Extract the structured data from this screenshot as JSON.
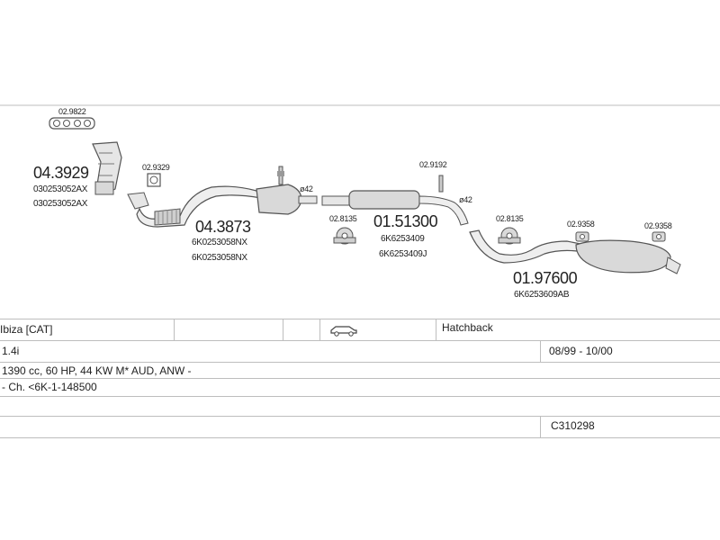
{
  "diagram": {
    "parts": [
      {
        "id": "gasket",
        "number": "02.9822"
      },
      {
        "id": "manifold-cat",
        "number": "04.3929",
        "codes": [
          "030253052AX",
          "030253052AX"
        ]
      },
      {
        "id": "gasket-2",
        "number": "02.9329"
      },
      {
        "id": "front-pipe-cat",
        "number": "04.3873",
        "codes": [
          "6K0253058NX",
          "6K0253058NX"
        ]
      },
      {
        "id": "clamp-1",
        "label": "ø42"
      },
      {
        "id": "mount-1",
        "number": "02.8135"
      },
      {
        "id": "middle-silencer",
        "number": "01.51300",
        "codes": [
          "6K6253409",
          "6K6253409J"
        ]
      },
      {
        "id": "mount-2",
        "number": "02.9192"
      },
      {
        "id": "clamp-2",
        "label": "ø42"
      },
      {
        "id": "mount-3",
        "number": "02.8135"
      },
      {
        "id": "mount-4",
        "number": "02.9358"
      },
      {
        "id": "mount-5",
        "number": "02.9358"
      },
      {
        "id": "rear-silencer",
        "number": "01.97600",
        "codes": [
          "6K6253609AB"
        ]
      }
    ]
  },
  "vehicle": {
    "model": "Ibiza  [CAT]",
    "body_type": "Hatchback",
    "engine": "1.4i",
    "years": "08/99 - 10/00",
    "spec": "1390 cc, 60 HP, 44 KW M* AUD, ANW -",
    "chassis": "- Ch. <6K-1-148500",
    "catalog_number": "C310298"
  },
  "icons": {
    "car": "car-icon"
  }
}
